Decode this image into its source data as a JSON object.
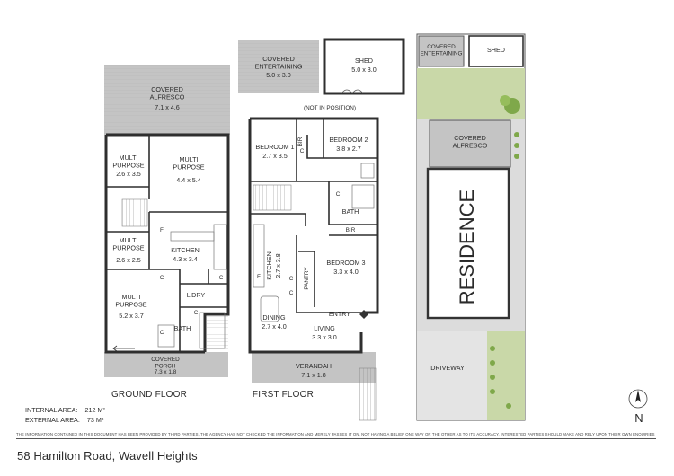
{
  "ground_floor": {
    "title": "GROUND FLOOR",
    "rooms": [
      {
        "key": "covered_alfresco",
        "name": "COVERED\nALFRESCO",
        "dims": "7.1 x 4.6"
      },
      {
        "key": "multi1",
        "name": "MULTI\nPURPOSE",
        "dims": "2.6 x 3.5"
      },
      {
        "key": "multi2",
        "name": "MULTI\nPURPOSE",
        "dims": "4.4 x 5.4"
      },
      {
        "key": "multi3",
        "name": "MULTI\nPURPOSE",
        "dims": "2.6 x 2.5"
      },
      {
        "key": "kitchen",
        "name": "KITCHEN",
        "dims": "4.3 x 3.4"
      },
      {
        "key": "multi4",
        "name": "MULTI\nPURPOSE",
        "dims": "5.2 x 3.7"
      },
      {
        "key": "ldry",
        "name": "L'DRY",
        "dims": ""
      },
      {
        "key": "bath",
        "name": "BATH",
        "dims": ""
      },
      {
        "key": "covered_porch",
        "name": "COVERED\nPORCH",
        "dims": "7.3 x 1.8"
      }
    ],
    "marks": {
      "f": "F",
      "c": "C"
    }
  },
  "first_floor": {
    "title": "FIRST FLOOR",
    "rooms": [
      {
        "key": "covered_entertaining",
        "name": "COVERED\nENTERTAINING",
        "dims": "5.0 x 3.0"
      },
      {
        "key": "shed",
        "name": "SHED",
        "dims": "5.0 x 3.0"
      },
      {
        "key": "bedroom1",
        "name": "BEDROOM 1",
        "dims": "2.7 x 3.5"
      },
      {
        "key": "bedroom2",
        "name": "BEDROOM 2",
        "dims": "3.8 x 2.7"
      },
      {
        "key": "bath",
        "name": "BATH",
        "dims": ""
      },
      {
        "key": "bedroom3",
        "name": "BEDROOM 3",
        "dims": "3.3 x 4.0"
      },
      {
        "key": "kitchen",
        "name": "KITCHEN",
        "dims": "2.7 x 3.8"
      },
      {
        "key": "pantry",
        "name": "PANTRY",
        "dims": ""
      },
      {
        "key": "dining",
        "name": "DINING",
        "dims": "2.7 x 4.0"
      },
      {
        "key": "living",
        "name": "LIVING",
        "dims": "3.3 x 3.0"
      },
      {
        "key": "entry",
        "name": "ENTRY",
        "dims": ""
      },
      {
        "key": "verandah",
        "name": "VERANDAH",
        "dims": "7.1 x 1.8"
      }
    ],
    "not_in_position": "(NOT IN POSITION)",
    "marks": {
      "bir": "BIR",
      "c": "C",
      "f": "F"
    }
  },
  "site_plan": {
    "covered_entertaining": "COVERED\nENTERTAINING",
    "shed": "SHED",
    "covered_alfresco": "COVERED\nALFRESCO",
    "residence": "RESIDENCE",
    "driveway": "DRIVEWAY"
  },
  "areas": {
    "internal_label": "INTERNAL AREA:",
    "internal_value": "212 M²",
    "external_label": "EXTERNAL AREA:",
    "external_value": "73 M²"
  },
  "disclaimer": "THE INFORMATION CONTAINED IN THIS DOCUMENT HAS BEEN PROVIDED BY THIRD PARTIES. THE AGENCY HAS NOT CHECKED THE INFORMATION AND MERELY PASSES IT ON, NOT HAVING A BELIEF ONE WAY OR THE OTHER AS TO ITS ACCURACY. INTERESTED PARTIES SHOULD MAKE AND RELY UPON THEIR OWN ENQUIRIES",
  "address": "58 Hamilton Road, Wavell Heights",
  "compass_label": "N",
  "colors": {
    "deck": "#c4c4c4",
    "lawn": "#c9d8a8",
    "hedge": "#7fa84a",
    "paving": "#d8d8d8",
    "wall": "#2f2f2f"
  }
}
